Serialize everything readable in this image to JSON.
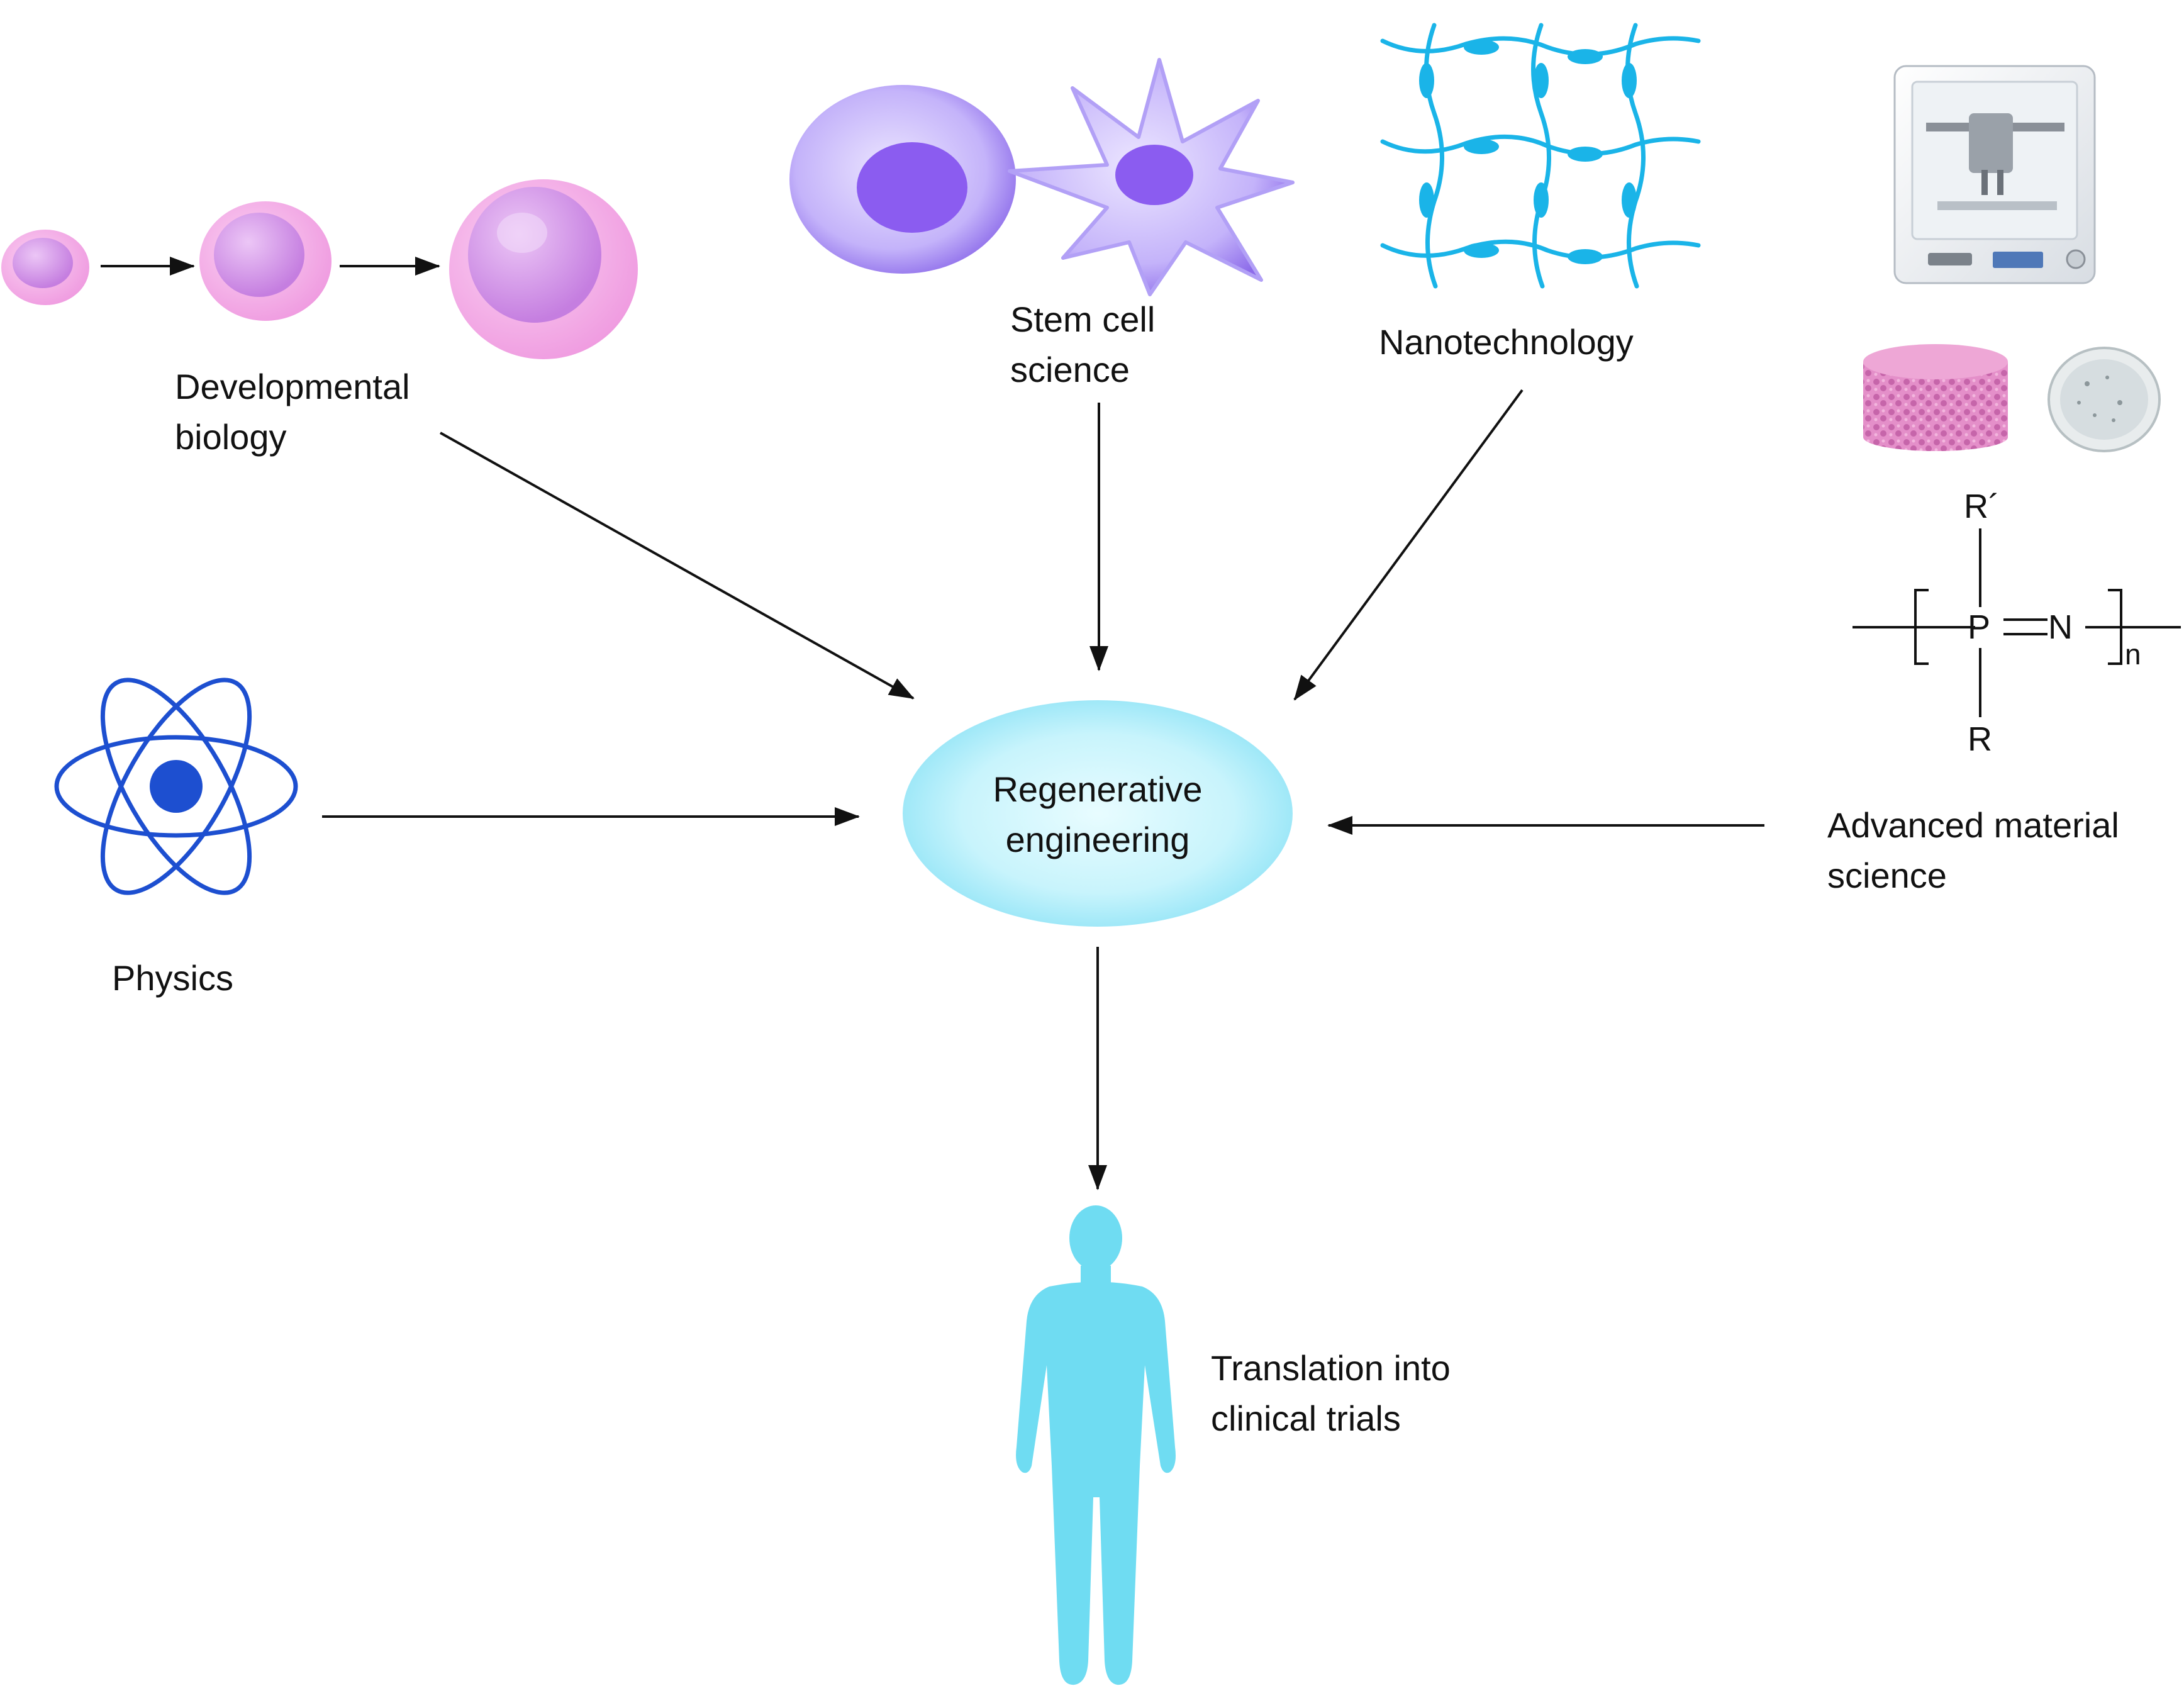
{
  "labels": {
    "developmental_biology": [
      "Developmental",
      "biology"
    ],
    "stem_cell_science": [
      "Stem cell",
      "science"
    ],
    "nanotechnology": [
      "Nanotechnology"
    ],
    "physics": [
      "Physics"
    ],
    "advanced_material_science": [
      "Advanced material",
      "science"
    ],
    "regenerative_engineering": [
      "Regenerative",
      "engineering"
    ],
    "translation": [
      "Translation into",
      "clinical trials"
    ]
  },
  "chem": {
    "r_prime": "R´",
    "r": "R",
    "p": "P",
    "n": "N",
    "sub_n": "n"
  },
  "colors": {
    "cell_pink": "#f0a6e3",
    "cell_violet": "#9a6ef0",
    "nano_blue": "#1ab4e8",
    "atom_blue": "#1d4fd0",
    "hub_fill": "#b9f0fb",
    "human_cyan": "#6fdcf2"
  }
}
